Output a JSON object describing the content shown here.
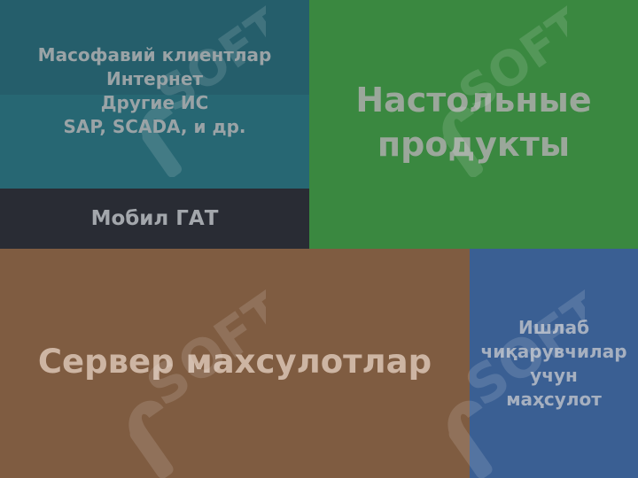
{
  "tiles": {
    "remote": {
      "lines": [
        "Масофавий клиентлар",
        "Интернет",
        "Другие ИС",
        "SAP, SCADA, и др."
      ],
      "color": "#255e6b"
    },
    "mobile": {
      "label": "Мобил ГАТ",
      "color": "#292c34"
    },
    "desktop": {
      "lines": [
        "Настольные",
        "продукты"
      ],
      "color": "#3a8840"
    },
    "server": {
      "label": "Сервер махсулотлар",
      "color": "#7f5c41"
    },
    "producers": {
      "lines": [
        "Ишлаб",
        "чиқарувчилар",
        "учун",
        "маҳсулот"
      ],
      "color": "#3a5f93"
    }
  },
  "watermark": {
    "icon": "soft-logo-icon",
    "text": "SOFT"
  }
}
